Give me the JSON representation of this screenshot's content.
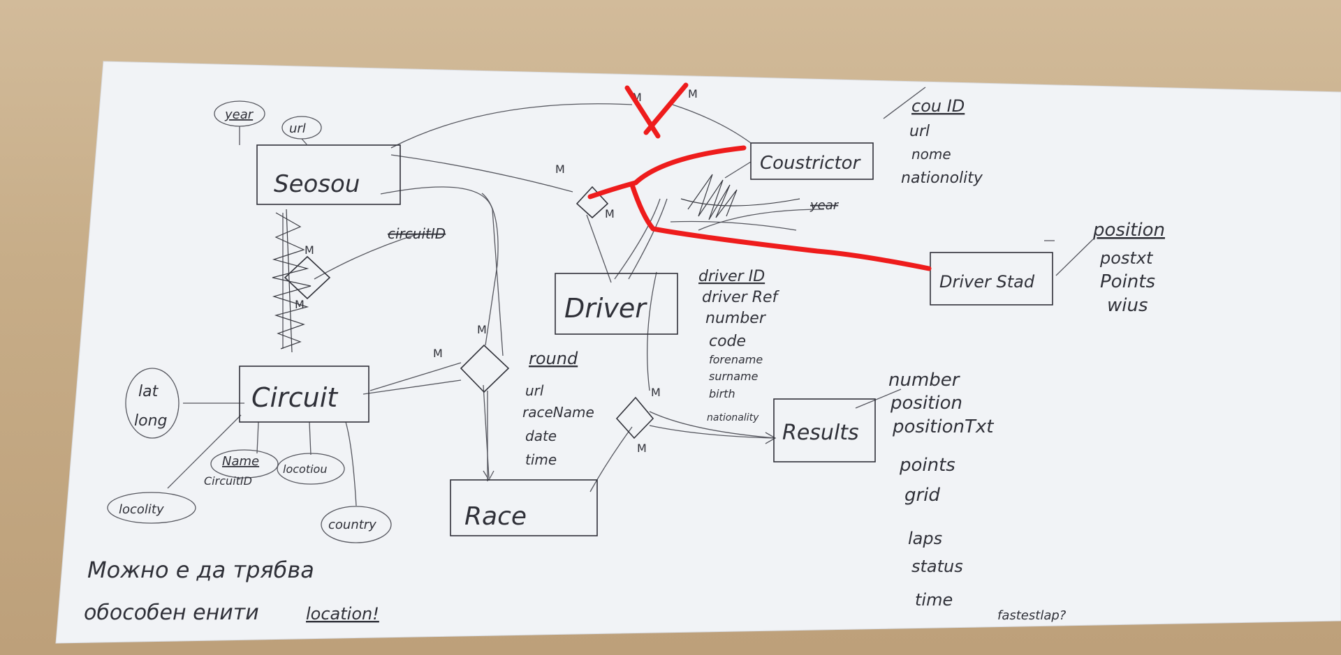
{
  "entities": {
    "season": "Seosou",
    "constructor": "Coustrictor",
    "driver": "Driver",
    "circuit": "Circuit",
    "race": "Race",
    "results": "Results",
    "driver_standings": "Driver Stad"
  },
  "attributes": {
    "season": [
      "year",
      "url"
    ],
    "constructor": [
      "cou ID",
      "url",
      "nome",
      "nationolity"
    ],
    "driver": [
      "driver ID",
      "driver Ref",
      "number",
      "code",
      "forename",
      "surname",
      "birth",
      "nationality"
    ],
    "circuit_lat_long": [
      "lat",
      "long"
    ],
    "circuit": [
      "Name",
      "CircuitID",
      "locotiou",
      "locolity",
      "country"
    ],
    "race": [
      "round",
      "url",
      "raceName",
      "date",
      "time"
    ],
    "results": [
      "number",
      "position",
      "positionTxt",
      "points",
      "grid",
      "laps",
      "status",
      "time",
      "fastestlap?"
    ],
    "driver_standings": [
      "position",
      "postxt",
      "Points",
      "wius"
    ]
  },
  "crossed_out": [
    "circuitID",
    "year"
  ],
  "cardinalities": [
    "M",
    "M",
    "M",
    "M",
    "M",
    "M",
    "M",
    "M",
    "M",
    "M"
  ],
  "note": {
    "line1": "Можно е да трябва",
    "line2": "обособен енити",
    "line3": "location!"
  },
  "colors": {
    "desk": "#c9ae88",
    "paper": "#f1f3f6",
    "ink": "#2f3038",
    "marker": "#ee1c1c"
  }
}
